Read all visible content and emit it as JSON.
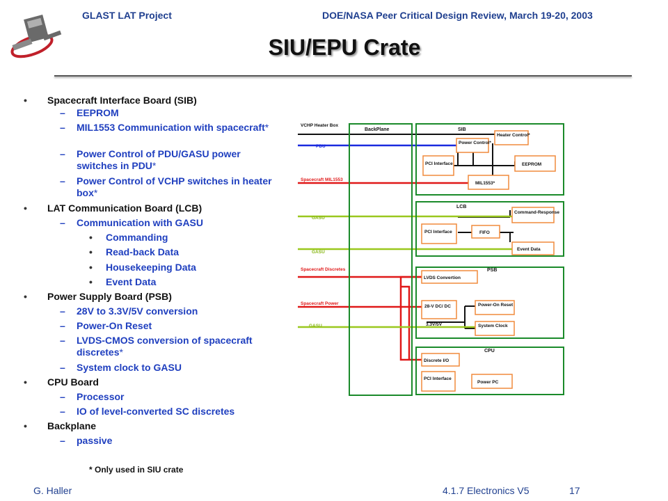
{
  "header": {
    "left": "GLAST LAT Project",
    "right": "DOE/NASA Peer Critical Design Review, March 19-20, 2003"
  },
  "title": "SIU/EPU Crate",
  "bullets": [
    {
      "level": 1,
      "text": "Spacecraft Interface Board (SIB)"
    },
    {
      "level": 2,
      "text": "EEPROM"
    },
    {
      "level": 2,
      "text": "MIL1553 Communication with spacecraft",
      "note": "*"
    },
    {
      "level": 2,
      "text": "Power Control of PDU/GASU power switches in PDU",
      "note": "*"
    },
    {
      "level": 2,
      "text": "Power Control of VCHP switches in heater box",
      "note": "*"
    },
    {
      "level": 1,
      "text": "LAT Communication Board (LCB)"
    },
    {
      "level": 2,
      "text": "Communication with GASU"
    },
    {
      "level": 3,
      "text": "Commanding"
    },
    {
      "level": 3,
      "text": "Read-back Data"
    },
    {
      "level": 3,
      "text": "Housekeeping Data"
    },
    {
      "level": 3,
      "text": "Event Data"
    },
    {
      "level": 1,
      "text": "Power Supply Board (PSB)"
    },
    {
      "level": 2,
      "text": "28V to 3.3V/5V conversion"
    },
    {
      "level": 2,
      "text": "Power-On Reset"
    },
    {
      "level": 2,
      "text": "LVDS-CMOS conversion of spacecraft discretes",
      "note": "*"
    },
    {
      "level": 2,
      "text": "System clock to GASU"
    },
    {
      "level": 1,
      "text": "CPU Board"
    },
    {
      "level": 2,
      "text": "Processor"
    },
    {
      "level": 2,
      "text": "IO of level-converted SC discretes"
    },
    {
      "level": 1,
      "text": "Backplane"
    },
    {
      "level": 2,
      "text": "passive"
    }
  ],
  "footnote": "* Only used in SIU crate",
  "footer": {
    "left": "G. Haller",
    "right": "4.1.7 Electronics  V5",
    "page": "17"
  },
  "diagram": {
    "backplane_label": "BackPlane",
    "external_labels": {
      "vchp": "VCHP Heater Box",
      "pdu": "PDU",
      "sc_mil1553": "Spacecraft MIL1553",
      "gasu_1": "GASU",
      "gasu_2": "GASU",
      "sc_discretes": "Spacecraft Discretes",
      "sc_power": "Spacecraft Power",
      "gasu_3": "GASU"
    },
    "boards": {
      "sib": "SIB",
      "lcb": "LCB",
      "psb": "PSB",
      "cpu": "CPU"
    },
    "blocks": {
      "heater_control": "Heater Control*",
      "power_control": "Power Control*",
      "pci_sib": "PCI Interface",
      "eeprom": "EEPROM",
      "mil1553": "MIL1553*",
      "command_response": "Command-Response",
      "pci_lcb": "PCI Interface",
      "fifo": "FIFO",
      "event_data": "Event Data",
      "lvds": "LVDS Convertion",
      "dcdc": "28-V DC/ DC",
      "por": "Power-On Reset",
      "v33": "3.3V/5V",
      "sysclk": "System Clock",
      "discrete_io": "Discrete I/O",
      "pci_cpu": "PCI Interface",
      "powerpc": "Power PC"
    },
    "colors": {
      "board": "#1a8a2a",
      "block": "#f08a3c",
      "blue": "#1a2adf",
      "red": "#e01818",
      "green": "#9ac81e",
      "black": "#111111"
    }
  }
}
